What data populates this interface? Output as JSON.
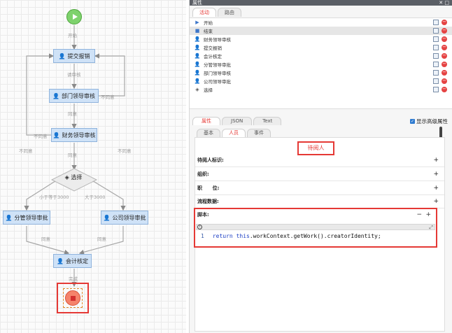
{
  "flow": {
    "nodes": {
      "submit": "提交报销",
      "dept_review": "部门领导审核",
      "finance_review": "财务领导审核",
      "choice": "选择",
      "branch_approve": "分管领导审批",
      "company_approve": "公司领导审批",
      "accounting": "会计核定"
    },
    "edge_labels": {
      "start": "开始",
      "pending_review": "请审核",
      "agree1": "同意",
      "agree2": "同意",
      "disagree_right": "不同意",
      "disagree_fin": "不同意",
      "disagree_left": "不同意",
      "disagree_right2": "不同意",
      "lte": "小于等于3000",
      "gt": "大于3000",
      "agree_left": "同意",
      "agree_right": "同意",
      "done": "完成"
    }
  },
  "panel": {
    "title": "属性",
    "close": "✕ □",
    "top_tabs": [
      "活动",
      "路由"
    ],
    "activities": [
      {
        "label": "开始",
        "icon": "play-icon"
      },
      {
        "label": "结束",
        "icon": "stop-icon"
      },
      {
        "label": "财务领导审核",
        "icon": "user-icon"
      },
      {
        "label": "提交报销",
        "icon": "user-icon"
      },
      {
        "label": "会计核定",
        "icon": "user-icon"
      },
      {
        "label": "分管领导审批",
        "icon": "user-icon"
      },
      {
        "label": "部门领导审核",
        "icon": "user-icon"
      },
      {
        "label": "公司领导审批",
        "icon": "user-icon"
      },
      {
        "label": "选择",
        "icon": "choice-icon"
      }
    ],
    "mid_tabs": [
      "属性",
      "JSON",
      "Text"
    ],
    "advanced_label": "显示高级属性",
    "sub_tabs": [
      "基本",
      "人员",
      "事件"
    ],
    "section_title": "待阅人",
    "fields": [
      "待阅人标识:",
      "组织:",
      "职      位:",
      "流程数据:"
    ],
    "script_label": "脚本:",
    "code": {
      "line_no": "1",
      "kw1": "return",
      "kw2": "this",
      "rest": ".workContext.getWork().creatorIdentity;"
    }
  }
}
